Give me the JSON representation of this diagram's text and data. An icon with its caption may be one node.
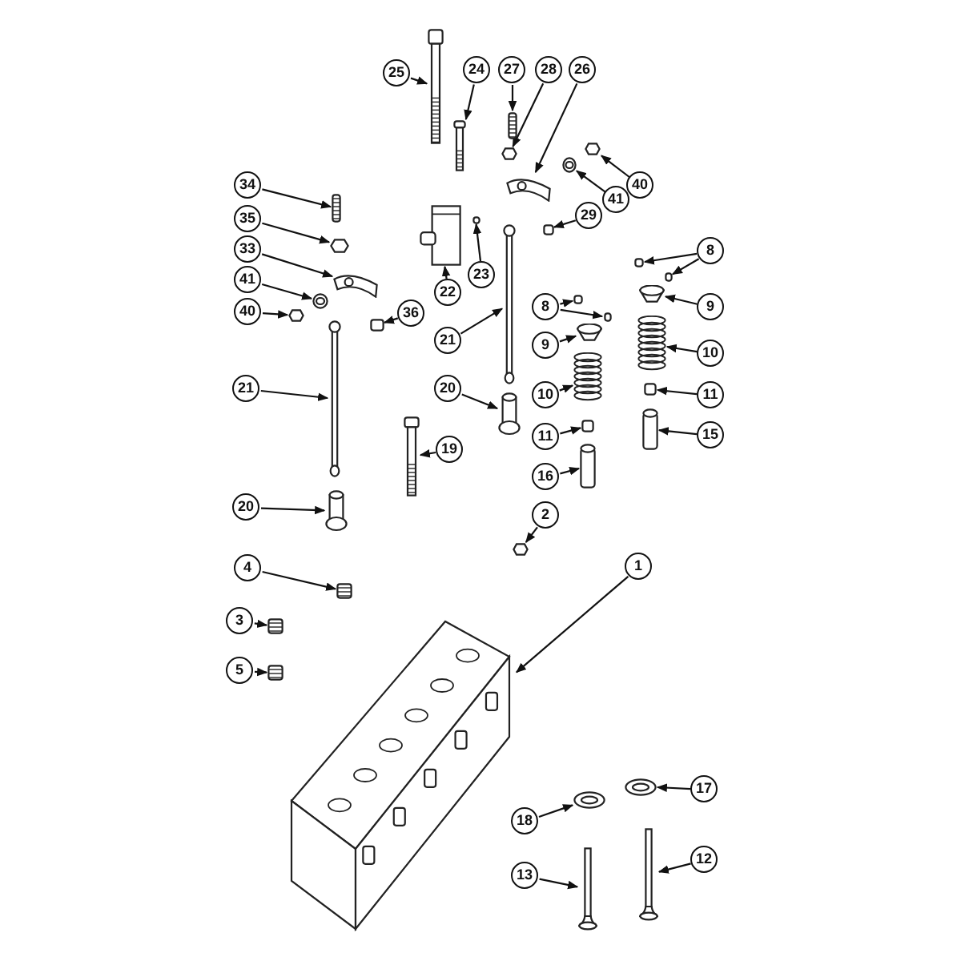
{
  "diagram": {
    "nodes": [
      {
        "text": [
          "25"
        ]
      },
      {
        "text": [],
        "shape": "picture"
      },
      {
        "text": [
          "24"
        ]
      },
      {
        "text": [],
        "shape": "picture"
      },
      {
        "text": [
          "27"
        ]
      },
      {
        "text": [],
        "shape": "picture"
      },
      {
        "text": [
          "28"
        ]
      },
      {
        "text": [],
        "shape": "hexagon"
      },
      {
        "text": [
          "26"
        ]
      },
      {
        "text": [],
        "shape": "picture"
      },
      {
        "text": [
          "40"
        ]
      },
      {
        "text": [],
        "shape": "hexagon"
      },
      {
        "text": [
          "41"
        ]
      },
      {
        "text": [],
        "shape": "picture"
      },
      {
        "text": [
          "34"
        ]
      },
      {
        "text": [],
        "shape": "picture"
      },
      {
        "text": [
          "35"
        ]
      },
      {
        "text": [],
        "shape": "hexagon"
      },
      {
        "text": [
          "33"
        ]
      },
      {
        "text": [],
        "shape": "picture"
      },
      {
        "text": [
          "29"
        ]
      },
      {
        "text": [],
        "shape": "box"
      },
      {
        "text": [
          "22"
        ]
      },
      {
        "text": [],
        "shape": "picture"
      },
      {
        "text": [
          "23"
        ]
      },
      {
        "text": [],
        "shape": "box"
      },
      {
        "text": [
          "41"
        ]
      },
      {
        "text": [],
        "shape": "picture"
      },
      {
        "text": [
          "40"
        ]
      },
      {
        "text": [],
        "shape": "hexagon"
      },
      {
        "text": [
          "36"
        ]
      },
      {
        "text": [],
        "shape": "box"
      },
      {
        "text": [
          "8"
        ]
      },
      {
        "text": [],
        "shape": "box"
      },
      {
        "text": [],
        "shape": "box"
      },
      {
        "text": [
          "9"
        ]
      },
      {
        "text": [],
        "shape": "cone"
      },
      {
        "text": [
          "21"
        ]
      },
      {
        "text": [],
        "shape": "picture"
      },
      {
        "text": [
          "8"
        ]
      },
      {
        "text": [],
        "shape": "box"
      },
      {
        "text": [],
        "shape": "box"
      },
      {
        "text": [
          "10"
        ]
      },
      {
        "text": [],
        "shape": "picture"
      },
      {
        "text": [
          "9"
        ]
      },
      {
        "text": [],
        "shape": "cone"
      },
      {
        "text": [
          "21"
        ]
      },
      {
        "text": [],
        "shape": "picture"
      },
      {
        "text": [
          "20"
        ]
      },
      {
        "text": [],
        "shape": "picture"
      },
      {
        "text": [
          "11"
        ]
      },
      {
        "text": [],
        "shape": "box"
      },
      {
        "text": [
          "10"
        ]
      },
      {
        "text": [],
        "shape": "picture"
      },
      {
        "text": [
          "15"
        ]
      },
      {
        "text": [],
        "shape": "cylinder"
      },
      {
        "text": [
          "11"
        ]
      },
      {
        "text": [],
        "shape": "box"
      },
      {
        "text": [
          "19"
        ]
      },
      {
        "text": [],
        "shape": "picture"
      },
      {
        "text": [
          "16"
        ]
      },
      {
        "text": [],
        "shape": "cylinder"
      },
      {
        "text": [
          "20"
        ]
      },
      {
        "text": [],
        "shape": "picture"
      },
      {
        "text": [
          "2"
        ]
      },
      {
        "text": [],
        "shape": "hexagon"
      },
      {
        "text": [
          "1"
        ]
      },
      {
        "text": [],
        "shape": "picture"
      },
      {
        "text": [
          "4"
        ]
      },
      {
        "text": [],
        "shape": "picture"
      },
      {
        "text": [
          "3"
        ]
      },
      {
        "text": [],
        "shape": "picture"
      },
      {
        "text": [
          "5"
        ]
      },
      {
        "text": [],
        "shape": "picture"
      },
      {
        "text": [
          "17"
        ]
      },
      {
        "text": [],
        "shape": "picture"
      },
      {
        "text": [
          "18"
        ]
      },
      {
        "text": [],
        "shape": "picture"
      },
      {
        "text": [
          "12"
        ]
      },
      {
        "text": [],
        "shape": "picture"
      },
      {
        "text": [
          "13"
        ]
      },
      {
        "text": [],
        "shape": "picture"
      }
    ],
    "edges": [
      {
        "from": 0,
        "to": 1,
        "arrow": "to"
      },
      {
        "from": 2,
        "to": 3,
        "arrow": "to"
      },
      {
        "from": 4,
        "to": 5,
        "arrow": "to"
      },
      {
        "from": 6,
        "to": 7,
        "arrow": "to"
      },
      {
        "from": 8,
        "to": 9,
        "arrow": "to"
      },
      {
        "from": 10,
        "to": 11,
        "arrow": "to"
      },
      {
        "from": 12,
        "to": 13,
        "arrow": "to"
      },
      {
        "from": 14,
        "to": 15,
        "arrow": "to"
      },
      {
        "from": 16,
        "to": 17,
        "arrow": "to"
      },
      {
        "from": 18,
        "to": 19,
        "arrow": "to"
      },
      {
        "from": 20,
        "to": 21,
        "arrow": "to"
      },
      {
        "from": 22,
        "to": 23,
        "arrow": "to"
      },
      {
        "from": 24,
        "to": 25,
        "arrow": "to"
      },
      {
        "from": 26,
        "to": 27,
        "arrow": "to"
      },
      {
        "from": 28,
        "to": 29,
        "arrow": "to"
      },
      {
        "from": 30,
        "to": 31,
        "arrow": "to"
      },
      {
        "from": 32,
        "to": 33,
        "arrow": "to"
      },
      {
        "from": 32,
        "to": 34,
        "arrow": "to"
      },
      {
        "from": 35,
        "to": 36,
        "arrow": "to"
      },
      {
        "from": 37,
        "to": 38,
        "arrow": "to"
      },
      {
        "from": 39,
        "to": 40,
        "arrow": "to"
      },
      {
        "from": 39,
        "to": 41,
        "arrow": "to"
      },
      {
        "from": 42,
        "to": 43,
        "arrow": "to"
      },
      {
        "from": 44,
        "to": 45,
        "arrow": "to"
      },
      {
        "from": 46,
        "to": 47,
        "arrow": "to"
      },
      {
        "from": 48,
        "to": 49,
        "arrow": "to"
      },
      {
        "from": 50,
        "to": 51,
        "arrow": "to"
      },
      {
        "from": 52,
        "to": 53,
        "arrow": "to"
      },
      {
        "from": 54,
        "to": 55,
        "arrow": "to"
      },
      {
        "from": 56,
        "to": 57,
        "arrow": "to"
      },
      {
        "from": 58,
        "to": 59,
        "arrow": "to"
      },
      {
        "from": 60,
        "to": 61,
        "arrow": "to"
      },
      {
        "from": 62,
        "to": 63,
        "arrow": "to"
      },
      {
        "from": 64,
        "to": 65,
        "arrow": "to"
      },
      {
        "from": 66,
        "to": 67,
        "arrow": "to"
      },
      {
        "from": 68,
        "to": 69,
        "arrow": "to"
      },
      {
        "from": 70,
        "to": 71,
        "arrow": "to"
      },
      {
        "from": 72,
        "to": 73,
        "arrow": "to"
      },
      {
        "from": 74,
        "to": 75,
        "arrow": "to"
      },
      {
        "from": 76,
        "to": 77,
        "arrow": "to"
      },
      {
        "from": 78,
        "to": 79,
        "arrow": "to"
      },
      {
        "from": 80,
        "to": 81,
        "arrow": "to"
      }
    ]
  }
}
